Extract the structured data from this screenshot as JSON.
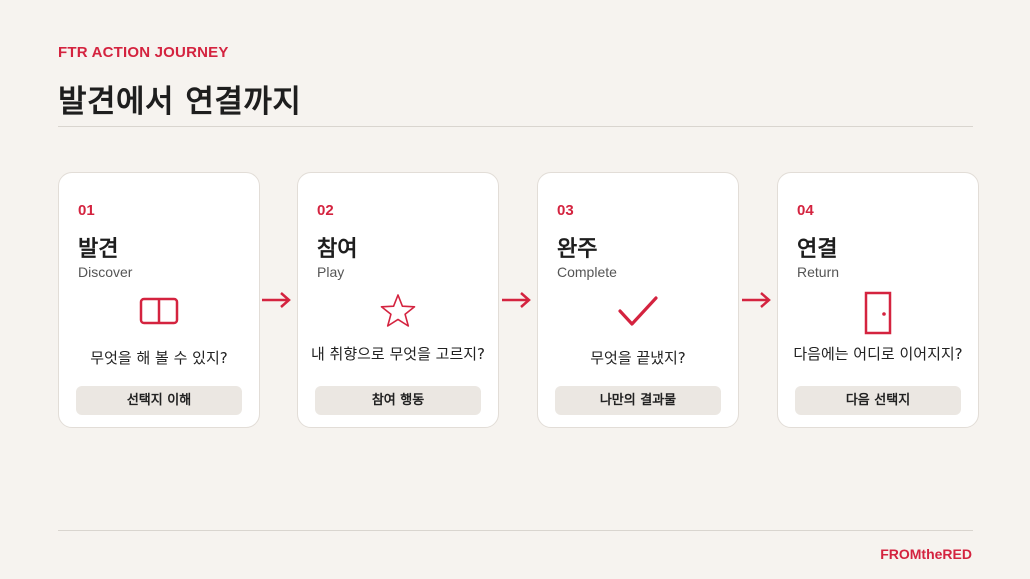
{
  "header": {
    "eyebrow": "FTR ACTION JOURNEY",
    "title": "발견에서 연결까지"
  },
  "steps": [
    {
      "num": "01",
      "ko": "발견",
      "en": "Discover",
      "question": "무엇을 해 볼 수 있지?",
      "tag": "선택지 이해",
      "icon": "book-icon"
    },
    {
      "num": "02",
      "ko": "참여",
      "en": "Play",
      "question": "내 취향으로 무엇을 고르지?",
      "tag": "참여 행동",
      "icon": "star-icon"
    },
    {
      "num": "03",
      "ko": "완주",
      "en": "Complete",
      "question": "무엇을 끝냈지?",
      "tag": "나만의 결과물",
      "icon": "checkmark-icon"
    },
    {
      "num": "04",
      "ko": "연결",
      "en": "Return",
      "question": "다음에는 어디로 이어지지?",
      "tag": "다음 선택지",
      "icon": "door-icon"
    }
  ],
  "footer": {
    "brand": "FROMtheRED"
  },
  "colors": {
    "accent": "#d4233f",
    "background": "#f6f3ef",
    "card": "#ffffff",
    "pill": "#ebe7e2"
  }
}
